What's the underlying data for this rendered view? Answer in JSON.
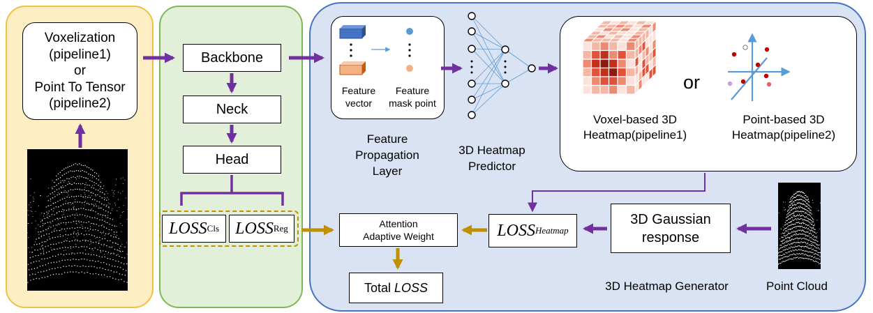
{
  "voxel_box": {
    "text": "Voxelization\n(pipeline1)\nor\nPoint To Tensor\n(pipeline2)"
  },
  "backbone": "Backbone",
  "neck": "Neck",
  "head": "Head",
  "loss_cls": {
    "main": "LOSS",
    "sub": "Cls"
  },
  "loss_reg": {
    "main": "LOSS",
    "sub": "Reg"
  },
  "fpl_box": {
    "feature_vector": "Feature\nvector",
    "feature_mask_point": "Feature\nmask point"
  },
  "fpl_label": "Feature\nPropagation\nLayer",
  "predictor_label": "3D Heatmap\nPredictor",
  "heatmap_box": {
    "or": "or",
    "voxel_caption": "Voxel-based 3D\nHeatmap(pipeline1)",
    "point_caption": "Point-based 3D\nHeatmap(pipeline2)"
  },
  "attention_box": "Attention\nAdaptive Weight",
  "total_loss": {
    "prefix": "Total ",
    "italic": "LOSS"
  },
  "loss_heatmap": {
    "main": "LOSS",
    "sub": "Heatmap"
  },
  "gaussian_box": "3D Gaussian\nresponse",
  "generator_label": "3D Heatmap Generator",
  "point_cloud_label": "Point Cloud",
  "colors": {
    "arrow_purple": "#7030a0",
    "arrow_gold": "#bf9000",
    "yellow_fill": "#fdefc3",
    "green_fill": "#e2efd9",
    "blue_fill": "#dae3f3",
    "blue_border": "#4472c4"
  }
}
